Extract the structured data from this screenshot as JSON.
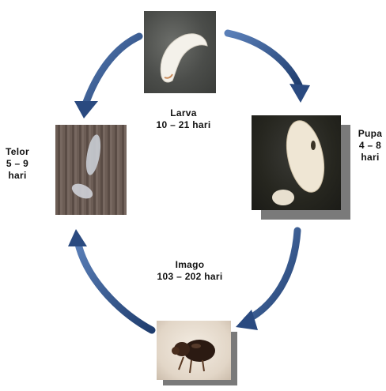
{
  "stages": {
    "larva": {
      "name": "Larva",
      "duration": "10 – 21 hari"
    },
    "pupa": {
      "name": "Pupa",
      "duration_line1": "4 – 8",
      "duration_line2": "hari"
    },
    "telor": {
      "name": "Telor",
      "duration_line1": "5 – 9",
      "duration_line2": "hari"
    },
    "imago": {
      "name": "Imago",
      "duration": "103 – 202 hari"
    }
  },
  "colors": {
    "arrow": "#3b5f95",
    "arrow_dark": "#1f3d6e",
    "photo_shadow": "#7a7a7a"
  }
}
